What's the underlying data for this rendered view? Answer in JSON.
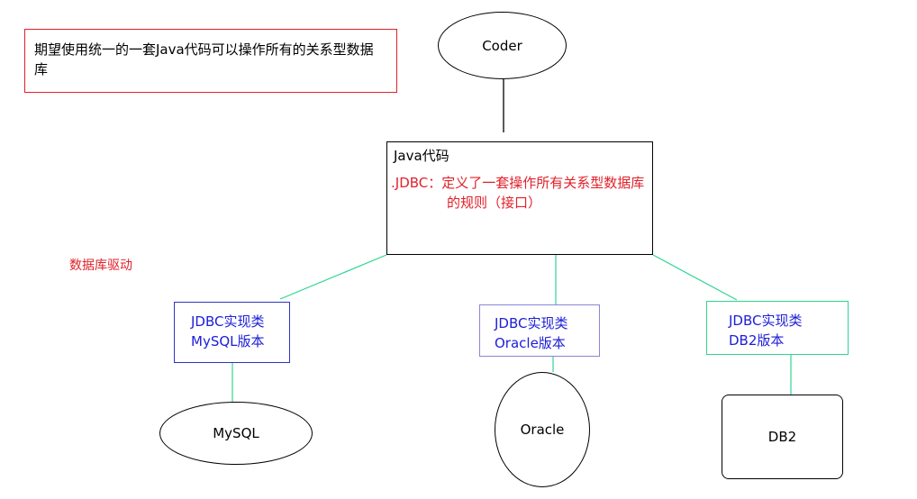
{
  "note": {
    "line1": "期望使用统一的一套Java代码可以操作所有的关系型数据",
    "line2": "库"
  },
  "coder": {
    "label": "Coder"
  },
  "center": {
    "title": "Java代码",
    "rule_line1": ".JDBC：定义了一套操作所有关系型数据库",
    "rule_line2": "的规则（接口）"
  },
  "driver_label": "数据库驱动",
  "impls": {
    "mysql": {
      "line1": "JDBC实现类",
      "line2": "MySQL版本"
    },
    "oracle": {
      "line1": "JDBC实现类",
      "line2": "Oracle版本"
    },
    "db2": {
      "line1": "JDBC实现类",
      "line2": "DB2版本"
    }
  },
  "databases": {
    "mysql": "MySQL",
    "oracle": "Oracle",
    "db2": "DB2"
  },
  "colors": {
    "highlight": "#e0212a",
    "impl_text": "#1d20d6",
    "connector_green": "#2ed592",
    "border_blue": "#2d34c4"
  }
}
